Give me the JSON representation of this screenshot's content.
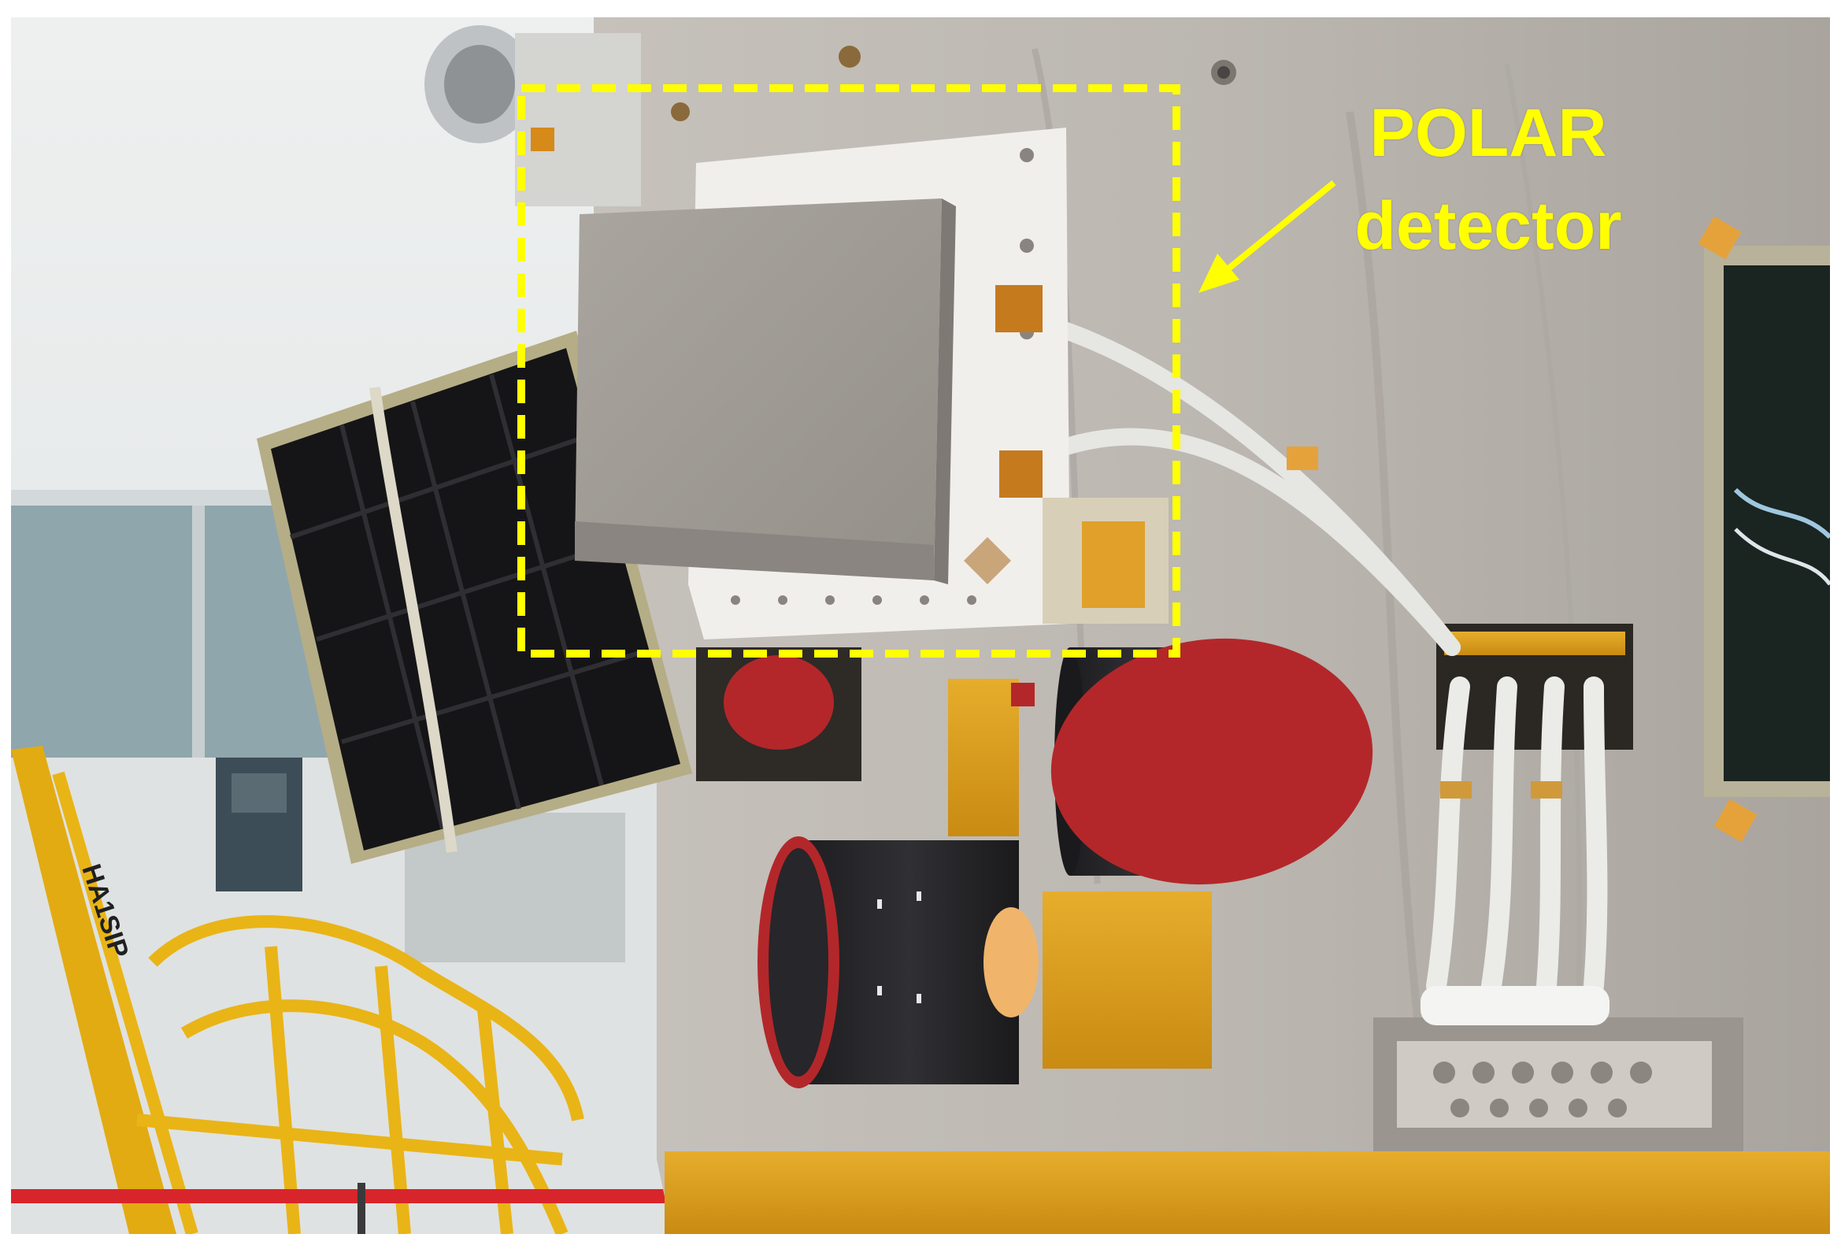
{
  "annotation": {
    "line1": "POLAR",
    "line2": "detector",
    "color": "#ffff00"
  },
  "stand_marking": "HA1SIP",
  "colors": {
    "satellite_blanket": "#b9b4ae",
    "solar_panel": "#151517",
    "gold_foil": "#e0a21c",
    "red_cap": "#b3272a",
    "background_wall": "#e9ecec",
    "scaffold": "#e9b416",
    "barrier_rope": "#d8252b"
  }
}
